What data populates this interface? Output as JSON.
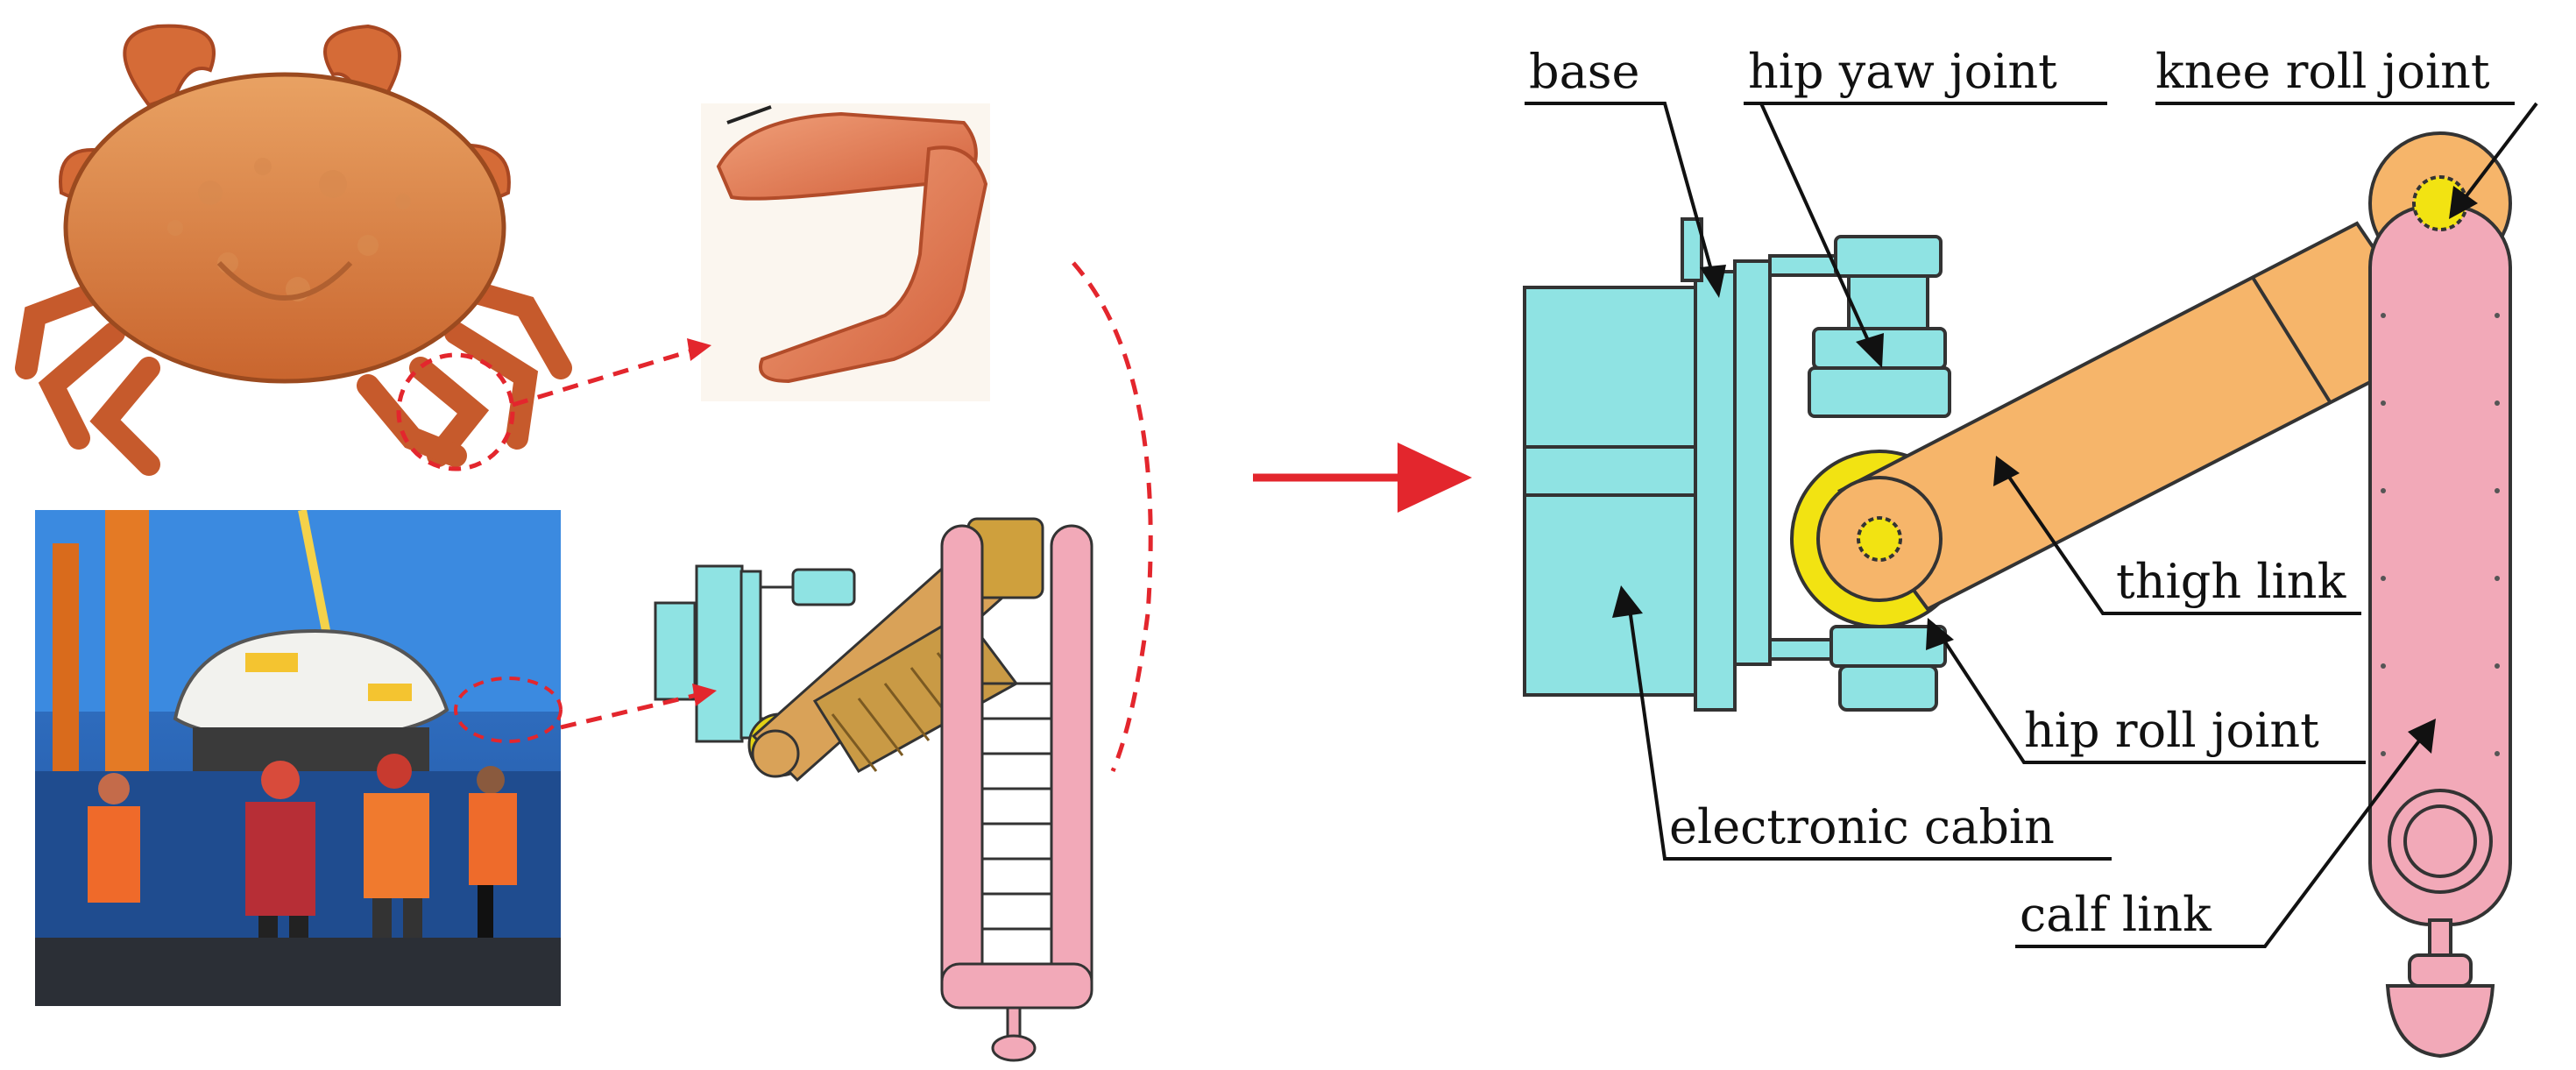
{
  "labels": {
    "base": "base",
    "hip_yaw_joint": "hip yaw joint",
    "knee_roll_joint": "knee roll joint",
    "thigh_link": "thigh link",
    "hip_roll_joint": "hip roll joint",
    "electronic_cabin": "electronic cabin",
    "calf_link": "calf link"
  },
  "colors": {
    "base_cyan": "#8fe3e3",
    "thigh_orange": "#f6b56a",
    "calf_pink": "#f2a9b8",
    "joint_yellow": "#f2e312",
    "connector_red": "#e3262d",
    "ocean_blue": "#2f6fc7"
  }
}
